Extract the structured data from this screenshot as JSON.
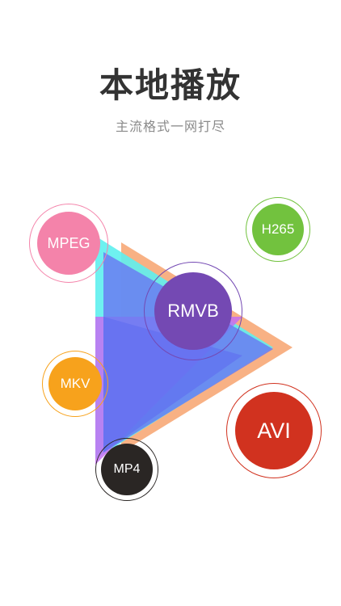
{
  "header": {
    "title": "本地播放",
    "subtitle": "主流格式一网打尽"
  },
  "formats": [
    {
      "id": "mpeg",
      "label": "MPEG",
      "color": "#f483aa",
      "ring": "#f483aa"
    },
    {
      "id": "h265",
      "label": "H265",
      "color": "#72c23e",
      "ring": "#72c23e"
    },
    {
      "id": "rmvb",
      "label": "RMVB",
      "color": "#7449b3",
      "ring": "#7449b3"
    },
    {
      "id": "mkv",
      "label": "MKV",
      "color": "#f7a21c",
      "ring": "#f7a21c"
    },
    {
      "id": "avi",
      "label": "AVI",
      "color": "#d1321f",
      "ring": "#d1321f"
    },
    {
      "id": "mp4",
      "label": "MP4",
      "color": "#2a2624",
      "ring": "#2a2624"
    }
  ],
  "colors": {
    "triangle_cyan": "#5ef0ee",
    "triangle_purple": "#c56ff2",
    "triangle_blue": "#6a7df2",
    "triangle_orange": "#f7a36f"
  }
}
